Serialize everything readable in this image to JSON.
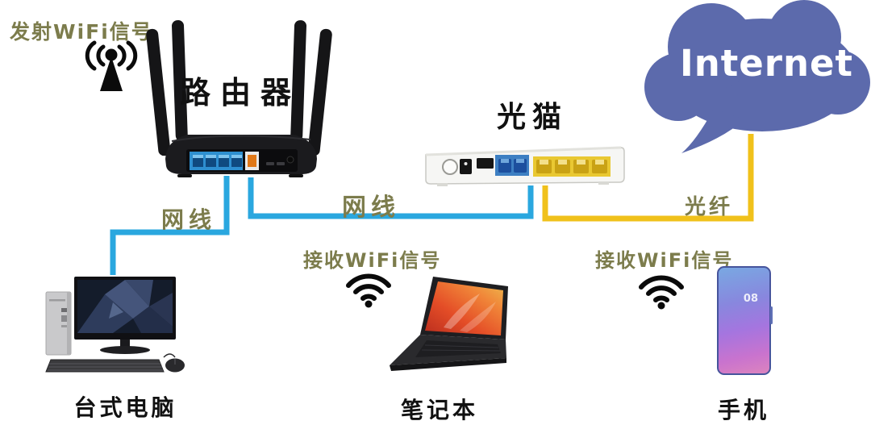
{
  "colors": {
    "cable_blue": "#2aa7df",
    "fiber_yellow": "#f0c11b",
    "label_olive": "#7c7c4c",
    "cloud_blue": "#5c6aac"
  },
  "cloud": {
    "label": "Internet"
  },
  "devices": {
    "router": {
      "label": "路由器"
    },
    "modem": {
      "label": "光猫"
    },
    "desktop": {
      "label": "台式电脑"
    },
    "laptop": {
      "label": "笔记本"
    },
    "phone": {
      "label": "手机",
      "clock": "08"
    }
  },
  "connections": {
    "lan_desktop": {
      "label": "网线"
    },
    "lan_modem": {
      "label": "网线"
    },
    "fiber": {
      "label": "光纤"
    }
  },
  "wifi": {
    "transmit": {
      "label": "发射WiFi信号"
    },
    "receive_laptop": {
      "label": "接收WiFi信号"
    },
    "receive_phone": {
      "label": "接收WiFi信号"
    }
  }
}
